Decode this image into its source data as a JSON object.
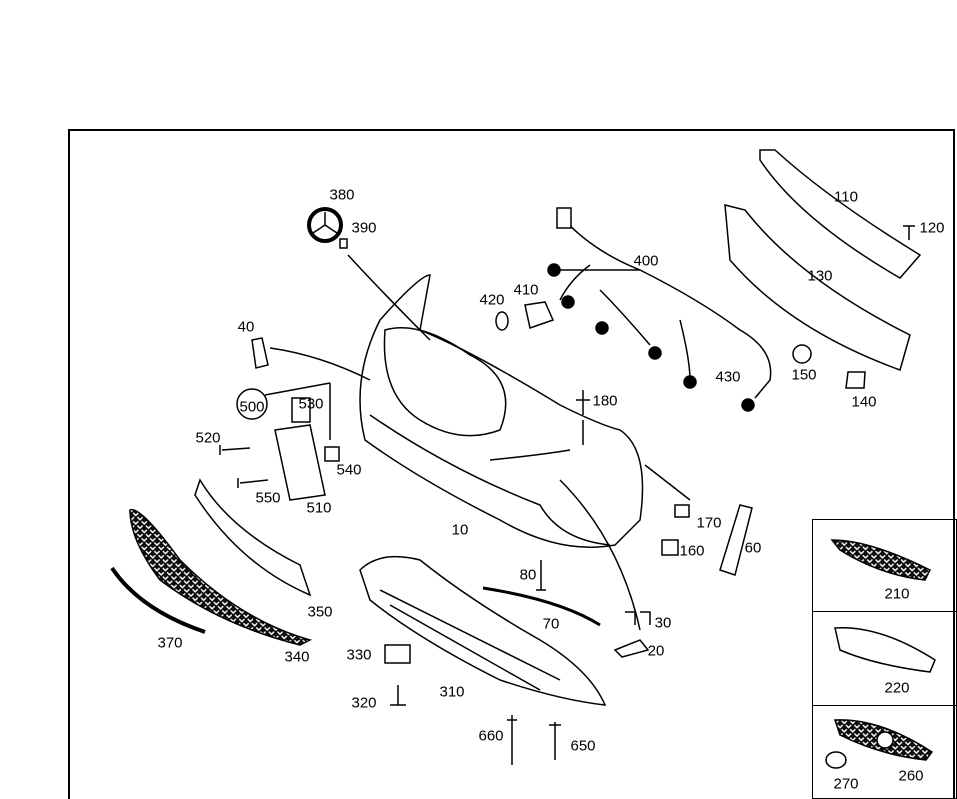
{
  "diagram": {
    "title_area": "",
    "callouts": {
      "p10": "10",
      "p20": "20",
      "p30": "30",
      "p40": "40",
      "p60": "60",
      "p70": "70",
      "p80": "80",
      "p110": "110",
      "p120": "120",
      "p130": "130",
      "p140": "140",
      "p150": "150",
      "p160": "160",
      "p170": "170",
      "p180": "180",
      "p210": "210",
      "p220": "220",
      "p260": "260",
      "p270": "270",
      "p310": "310",
      "p320": "320",
      "p330": "330",
      "p340": "340",
      "p350": "350",
      "p370": "370",
      "p380": "380",
      "p390": "390",
      "p400": "400",
      "p410": "410",
      "p420": "420",
      "p430": "430",
      "p500": "500",
      "p510": "510",
      "p520": "520",
      "p530": "530",
      "p540": "540",
      "p550": "550",
      "p650": "650",
      "p660": "660"
    }
  }
}
